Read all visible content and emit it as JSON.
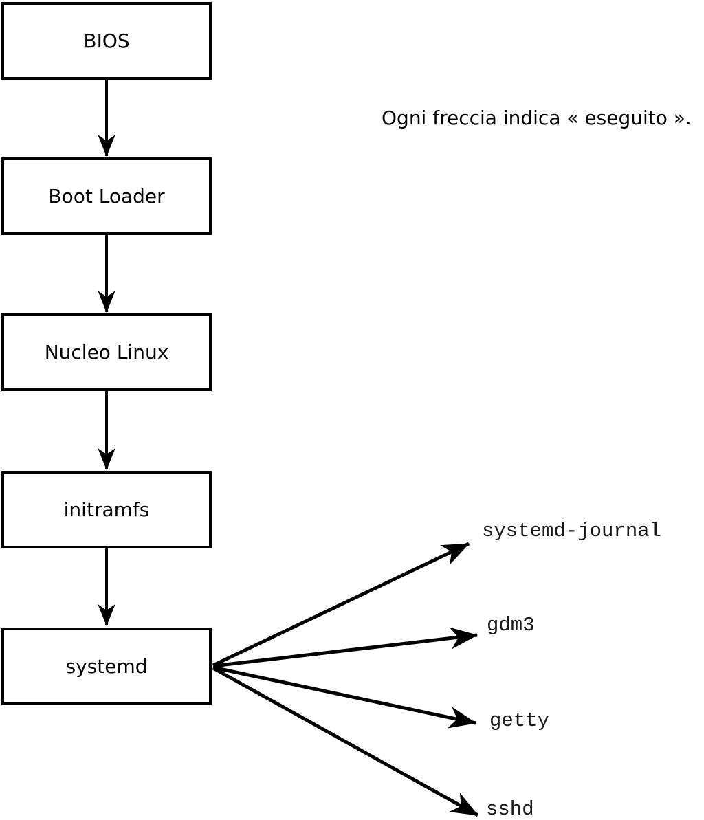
{
  "diagram": {
    "caption": "Ogni freccia indica « eseguito ».",
    "boxes": [
      {
        "id": "bios",
        "label": "BIOS"
      },
      {
        "id": "boot-loader",
        "label": "Boot Loader"
      },
      {
        "id": "nucleo-linux",
        "label": "Nucleo Linux"
      },
      {
        "id": "initramfs",
        "label": "initramfs"
      },
      {
        "id": "systemd",
        "label": "systemd"
      }
    ],
    "services": [
      {
        "id": "systemd-journal",
        "label": "systemd-journal"
      },
      {
        "id": "gdm3",
        "label": "gdm3"
      },
      {
        "id": "getty",
        "label": "getty"
      },
      {
        "id": "sshd",
        "label": "sshd"
      }
    ],
    "edges": [
      {
        "from": "BIOS",
        "to": "Boot Loader",
        "meaning": "eseguito"
      },
      {
        "from": "Boot Loader",
        "to": "Nucleo Linux",
        "meaning": "eseguito"
      },
      {
        "from": "Nucleo Linux",
        "to": "initramfs",
        "meaning": "eseguito"
      },
      {
        "from": "initramfs",
        "to": "systemd",
        "meaning": "eseguito"
      },
      {
        "from": "systemd",
        "to": "systemd-journal",
        "meaning": "eseguito"
      },
      {
        "from": "systemd",
        "to": "gdm3",
        "meaning": "eseguito"
      },
      {
        "from": "systemd",
        "to": "getty",
        "meaning": "eseguito"
      },
      {
        "from": "systemd",
        "to": "sshd",
        "meaning": "eseguito"
      }
    ],
    "colors": {
      "stroke": "#000000",
      "background": "#ffffff",
      "box_fill": "#ffffff"
    }
  }
}
